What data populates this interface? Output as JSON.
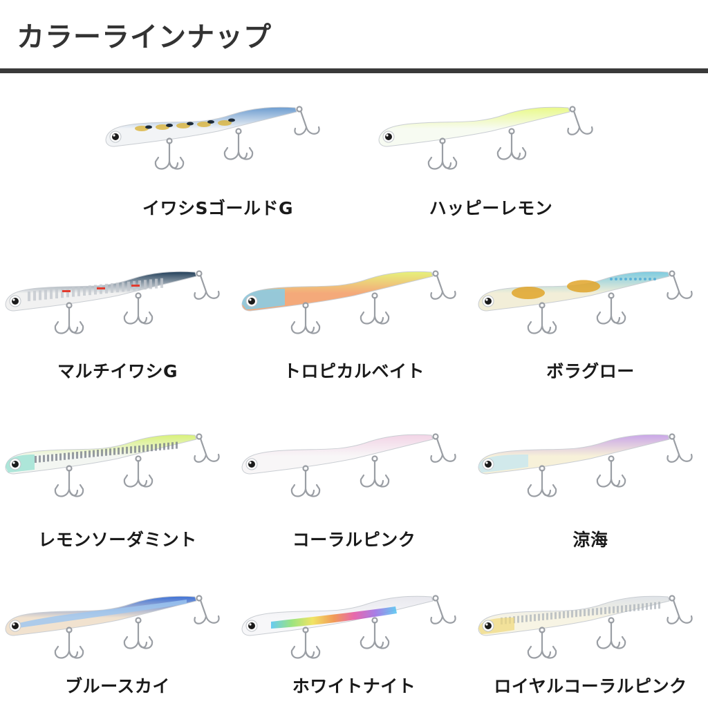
{
  "page": {
    "title": "カラーラインナップ"
  },
  "colors": [
    {
      "name": "イワシSゴールドG",
      "top": "#6d9dd0",
      "bottom": "#f2f4f6",
      "accent": "#d9b33a",
      "pattern": "iwashi"
    },
    {
      "name": "ハッピーレモン",
      "top": "#e9f98a",
      "bottom": "#f7fbf2",
      "accent": "#eaf5b8",
      "pattern": "plain"
    },
    {
      "name": "マルチイワシG",
      "top": "#23405a",
      "bottom": "#f1f1f1",
      "accent": "#e23b2e",
      "pattern": "multi"
    },
    {
      "name": "トロピカルベイト",
      "top": "#e6f27a",
      "bottom": "#f4a97a",
      "accent": "#7ecff0",
      "pattern": "tropical"
    },
    {
      "name": "ボラグロー",
      "top": "#7ecbe0",
      "bottom": "#f2eed8",
      "accent": "#e0a42a",
      "pattern": "bora"
    },
    {
      "name": "レモンソーダミント",
      "top": "#d8f17a",
      "bottom": "#f3f6f2",
      "accent": "#8ee0cf",
      "pattern": "soda"
    },
    {
      "name": "コーラルピンク",
      "top": "#f2d4e6",
      "bottom": "#f8f6f7",
      "accent": "#f0c6dc",
      "pattern": "plain"
    },
    {
      "name": "涼海",
      "top": "#c9a6e8",
      "bottom": "#f7f1d9",
      "accent": "#c0e6f2",
      "pattern": "ryokai"
    },
    {
      "name": "ブルースカイ",
      "top": "#3f72d6",
      "bottom": "#f1e2cf",
      "accent": "#9cc6f0",
      "pattern": "sky"
    },
    {
      "name": "ホワイトナイト",
      "top": "#e8e8ee",
      "bottom": "#f7f7f9",
      "accent": "#e44fa0",
      "pattern": "rainbow"
    },
    {
      "name": "ロイヤルコーラルピンク",
      "top": "#dfe3e8",
      "bottom": "#f7f4e4",
      "accent": "#f0d87a",
      "pattern": "royal"
    }
  ]
}
